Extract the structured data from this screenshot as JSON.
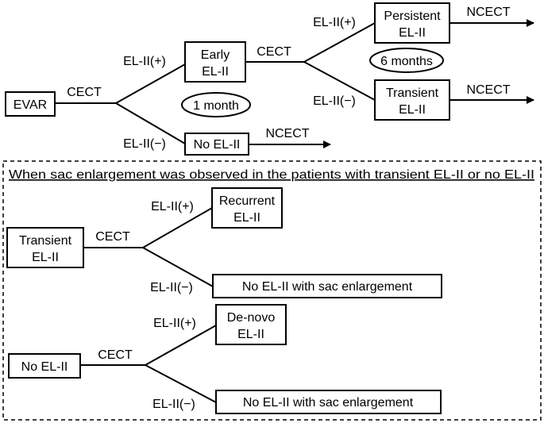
{
  "top": {
    "evar": "EVAR",
    "cect_1": "CECT",
    "el_pos_1": "EL-II(+)",
    "el_neg_1": "EL-II(−)",
    "early_line1": "Early",
    "early_line2": "EL-II",
    "no_el": "No EL-II",
    "ncect_no_el": "NCECT",
    "one_month": "1 month",
    "cect_2": "CECT",
    "el_pos_2": "EL-II(+)",
    "el_neg_2": "EL-II(−)",
    "persistent_line1": "Persistent",
    "persistent_line2": "EL-II",
    "transient_line1": "Transient",
    "transient_line2": "EL-II",
    "six_months": "6 months",
    "ncect_persistent": "NCECT",
    "ncect_transient": "NCECT"
  },
  "bottom": {
    "title": "When sac enlargement was observed in the patients with transient EL-II or no EL-II",
    "transient_line1": "Transient",
    "transient_line2": "EL-II",
    "cect_a": "CECT",
    "el_pos_a": "EL-II(+)",
    "el_neg_a": "EL-II(−)",
    "recurrent_line1": "Recurrent",
    "recurrent_line2": "EL-II",
    "no_el_sac_a": "No EL-II with sac enlargement",
    "no_el": "No EL-II",
    "cect_b": "CECT",
    "el_pos_b": "EL-II(+)",
    "el_neg_b": "EL-II(−)",
    "denovo_line1": "De-novo",
    "denovo_line2": "EL-II",
    "no_el_sac_b": "No EL-II with sac enlargement"
  }
}
